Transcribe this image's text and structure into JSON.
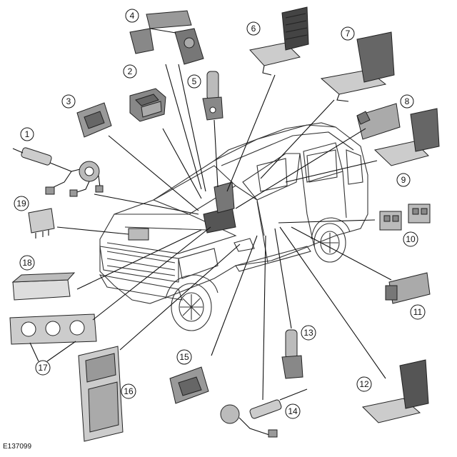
{
  "diagram": {
    "reference": "E137099",
    "callouts": [
      "1",
      "2",
      "3",
      "4",
      "5",
      "6",
      "7",
      "8",
      "9",
      "10",
      "11",
      "12",
      "13",
      "14",
      "15",
      "16",
      "17",
      "18",
      "19"
    ]
  }
}
